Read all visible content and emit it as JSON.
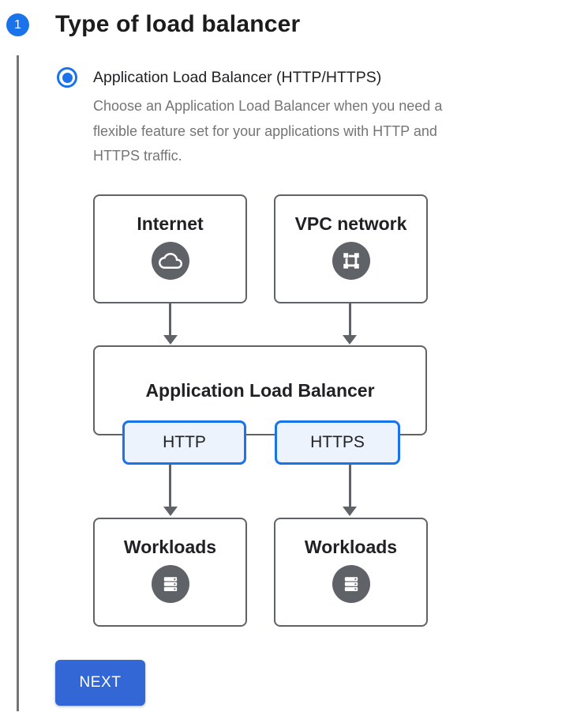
{
  "step": {
    "number": "1",
    "title": "Type of load balancer"
  },
  "radio": {
    "label": "Application Load Balancer (HTTP/HTTPS)",
    "selected": true,
    "description_lines": [
      "Choose an Application Load Balancer when you need a",
      "flexible feature set for your applications with HTTP and",
      "HTTPS traffic."
    ]
  },
  "diagram": {
    "sources": [
      {
        "label": "Internet",
        "icon": "cloud-icon"
      },
      {
        "label": "VPC network",
        "icon": "vpc-network-icon"
      }
    ],
    "balancer": {
      "label": "Application Load Balancer",
      "protocols": [
        {
          "label": "HTTP"
        },
        {
          "label": "HTTPS"
        }
      ]
    },
    "targets": [
      {
        "label": "Workloads",
        "icon": "workloads-icon"
      },
      {
        "label": "Workloads",
        "icon": "workloads-icon"
      }
    ]
  },
  "actions": {
    "next_label": "NEXT"
  },
  "colors": {
    "accent_blue": "#1a73e8",
    "button_blue": "#3367d6",
    "diagram_gray": "#5f6368",
    "chip_fill": "#edf3fd",
    "description_gray": "#757575"
  }
}
